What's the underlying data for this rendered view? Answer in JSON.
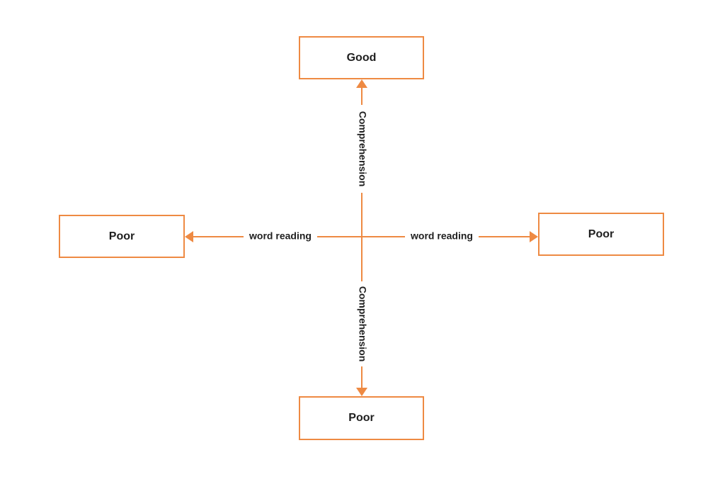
{
  "nodes": {
    "top": {
      "label": "Good"
    },
    "left": {
      "label": "Poor"
    },
    "right": {
      "label": "Poor"
    },
    "bottom": {
      "label": "Poor"
    }
  },
  "axes": {
    "vertical_upper_label": "Comprehension",
    "vertical_lower_label": "Comprehension",
    "horizontal_left_label": "word reading",
    "horizontal_right_label": "word reading"
  },
  "colors": {
    "accent": "#ee8a43",
    "text": "#1f1f1f"
  }
}
